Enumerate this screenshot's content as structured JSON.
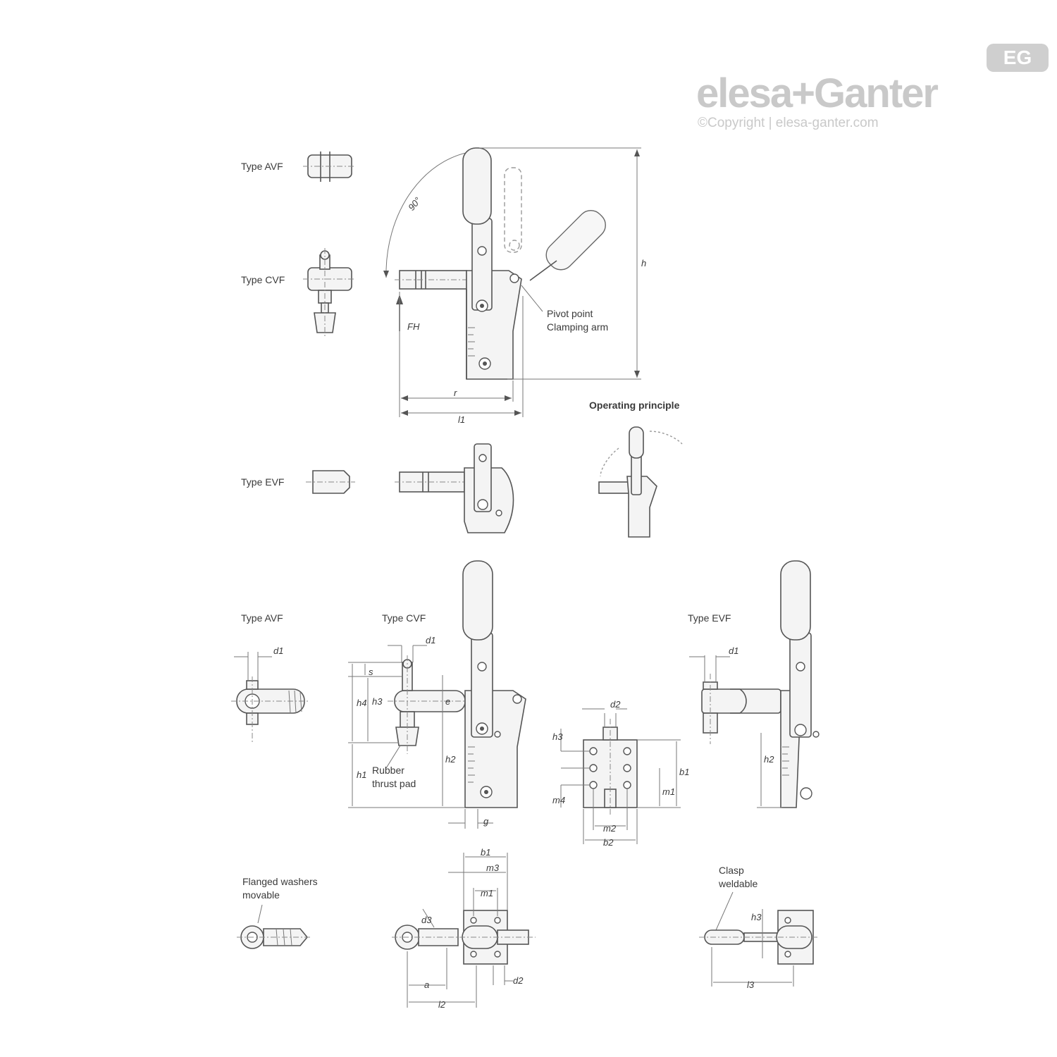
{
  "logo": {
    "brand": "elesa+Ganter",
    "copyright": "©Copyright | elesa-ganter.com",
    "badge": "EG"
  },
  "labels": {
    "type_avf": "Type AVF",
    "type_cvf": "Type CVF",
    "type_evf": "Type EVF",
    "operating_principle": "Operating principle",
    "pivot_line1": "Pivot point",
    "pivot_line2": "Clamping arm",
    "rubber_line1": "Rubber",
    "rubber_line2": "thrust pad",
    "washers_line1": "Flanged washers",
    "washers_line2": "movable",
    "clasp_line1": "Clasp",
    "clasp_line2": "weldable",
    "angle": "90°"
  },
  "dims": {
    "fh": "FH",
    "h": "h",
    "r": "r",
    "l1": "l1",
    "l2": "l2",
    "l3": "l3",
    "d1": "d1",
    "d2": "d2",
    "d3": "d3",
    "h1": "h1",
    "h2": "h2",
    "h3": "h3",
    "h4": "h4",
    "s": "s",
    "a": "a",
    "b1": "b1",
    "b2": "b2",
    "m1": "m1",
    "m2": "m2",
    "m3": "m3",
    "m4": "m4",
    "e": "e",
    "g": "g"
  }
}
